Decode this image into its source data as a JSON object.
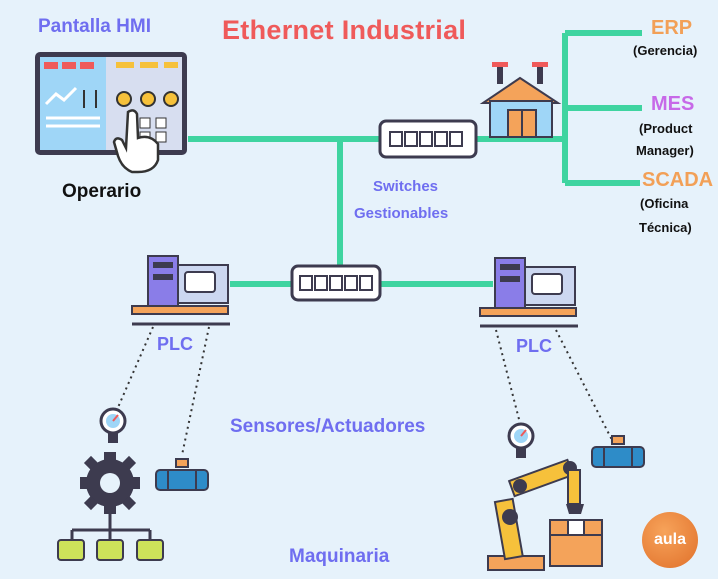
{
  "title": "Ethernet Industrial",
  "hmi_title": "Pantalla HMI",
  "operator_label": "Operario",
  "switches_label_line1": "Switches",
  "switches_label_line2": "Gestionables",
  "plc_left_label": "PLC",
  "plc_right_label": "PLC",
  "sensors_label": "Sensores/Actuadores",
  "machinery_label": "Maquinaria",
  "systems": {
    "erp_name": "ERP",
    "erp_desc": "(Gerencia)",
    "mes_name": "MES",
    "mes_desc_line1": "(Product",
    "mes_desc_line2": "Manager)",
    "scada_name": "SCADA",
    "scada_desc_line1": "(Oficina",
    "scada_desc_line2": "Técnica)"
  },
  "logo_text": "aula",
  "colors": {
    "background": "#e6f2fb",
    "network_line": "#3fd4a0",
    "title_red": "#ef5a5a",
    "label_purple": "#6f6ef0",
    "erp_scada_orange": "#f2a057",
    "mes_purple": "#c769e8",
    "plc_purple": "#8a7de8"
  },
  "icons": [
    "hmi-screen-icon",
    "hand-pointer-icon",
    "factory-icon",
    "network-switch-icon",
    "plc-icon",
    "gauge-icon",
    "valve-icon",
    "gear-icon",
    "robot-arm-icon",
    "box-icon"
  ]
}
